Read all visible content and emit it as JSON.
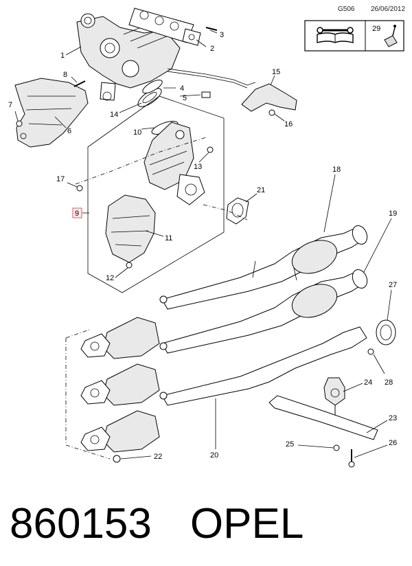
{
  "header": {
    "code": "G506",
    "date": "26/06/2012",
    "info_box_number": "29"
  },
  "callouts": [
    "1",
    "2",
    "3",
    "4",
    "5",
    "6",
    "7",
    "8",
    "9",
    "10",
    "11",
    "12",
    "13",
    "14",
    "15",
    "16",
    "17",
    "18",
    "19",
    "20",
    "21",
    "22",
    "23",
    "24",
    "25",
    "26",
    "27",
    "28"
  ],
  "footer": {
    "part_number": "860153",
    "brand": "OPEL"
  },
  "colors": {
    "highlight_box": "#e05a6a",
    "line": "#000000"
  },
  "icons": [
    "wrench-book-icon",
    "sealant-tube-icon"
  ]
}
